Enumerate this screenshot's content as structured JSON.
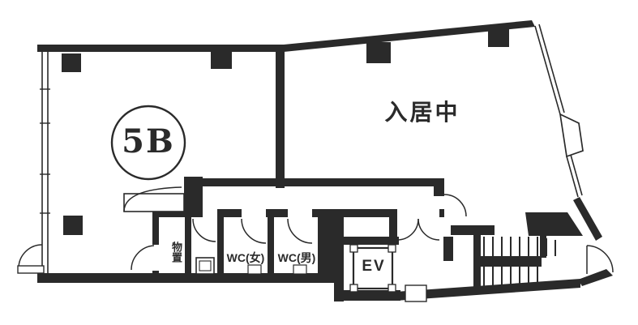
{
  "colors": {
    "ink": "#2a2a2a",
    "paper": "#ffffff"
  },
  "labels": {
    "unit": "5B",
    "occupied_room": "入居中",
    "storage": "物置",
    "wc_women": "WC(女)",
    "wc_men": "WC(男)",
    "elevator": "EV"
  }
}
